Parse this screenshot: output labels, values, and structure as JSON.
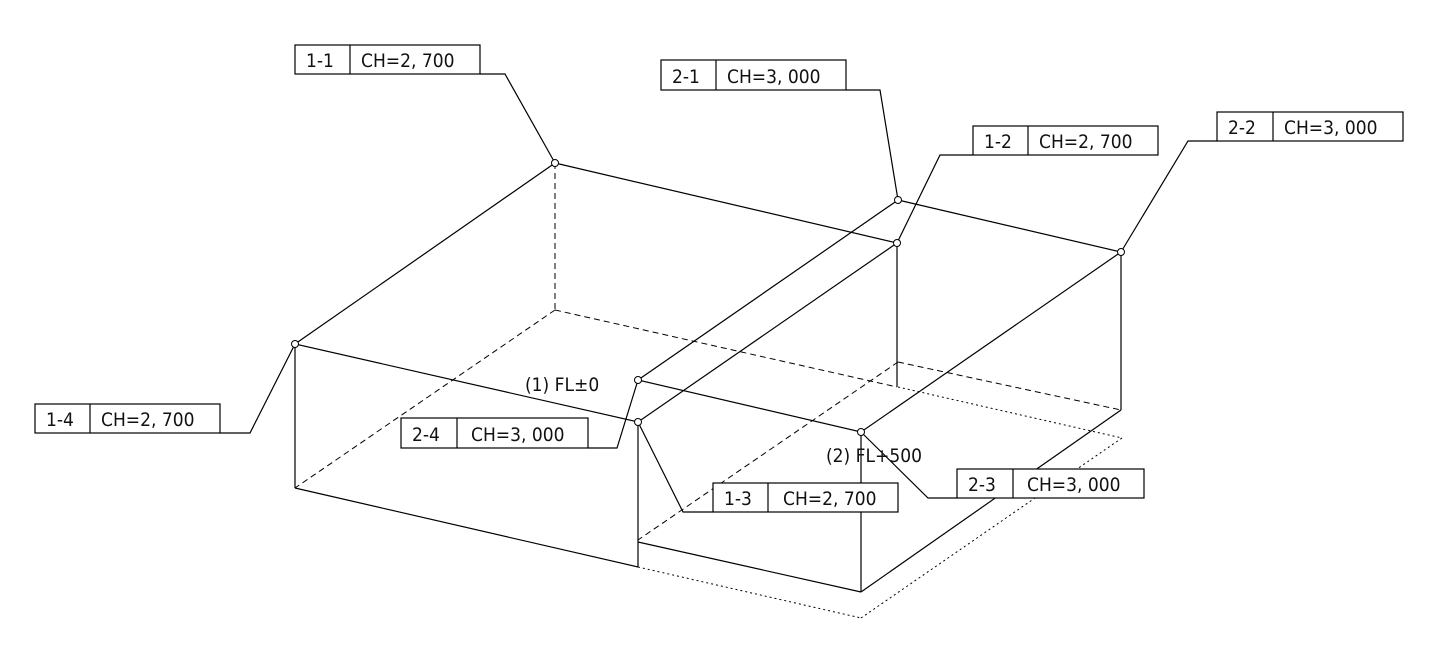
{
  "rooms": [
    {
      "label": "(1) FL±0"
    },
    {
      "label": "(2) FL+500"
    }
  ],
  "tags": {
    "t11": {
      "id": "1-1",
      "value": "CH=2, 700"
    },
    "t12": {
      "id": "1-2",
      "value": "CH=2, 700"
    },
    "t13": {
      "id": "1-3",
      "value": "CH=2, 700"
    },
    "t14": {
      "id": "1-4",
      "value": "CH=2, 700"
    },
    "t21": {
      "id": "2-1",
      "value": "CH=3, 000"
    },
    "t22": {
      "id": "2-2",
      "value": "CH=3, 000"
    },
    "t23": {
      "id": "2-3",
      "value": "CH=3, 000"
    },
    "t24": {
      "id": "2-4",
      "value": "CH=3, 000"
    }
  }
}
